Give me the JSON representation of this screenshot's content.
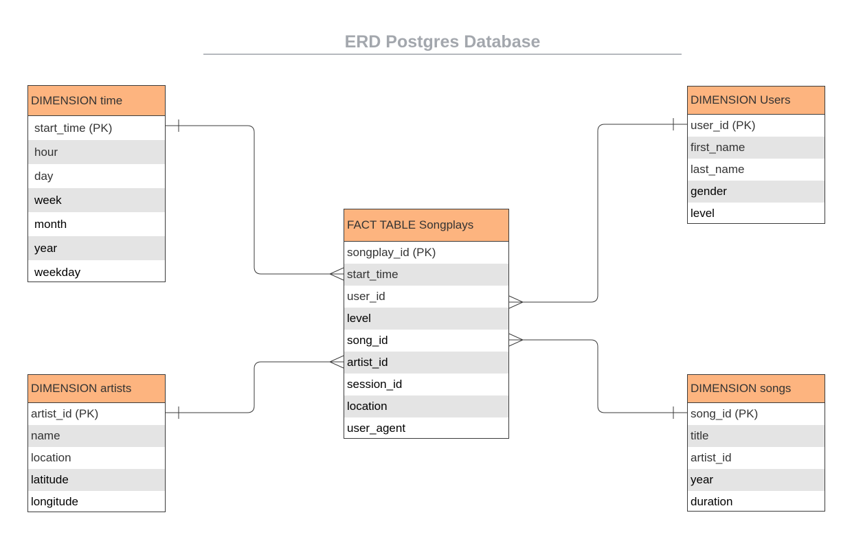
{
  "title": "ERD Postgres Database",
  "colors": {
    "header_fill": "#fdb47f",
    "alt_row_fill": "#e4e4e4",
    "border": "#3a3a3a",
    "title_text": "#a3a7ad"
  },
  "entities": {
    "time": {
      "title": "DIMENSION time",
      "fields": [
        "start_time (PK)",
        "hour",
        "day",
        "week",
        "month",
        "year",
        "weekday"
      ]
    },
    "users": {
      "title": "DIMENSION Users",
      "fields": [
        "user_id (PK)",
        "first_name",
        "last_name",
        "gender",
        "level"
      ]
    },
    "fact": {
      "title": "FACT TABLE Songplays",
      "fields": [
        "songplay_id (PK)",
        "start_time",
        "user_id",
        "level",
        "song_id",
        "artist_id",
        "session_id",
        "location",
        "user_agent"
      ]
    },
    "artists": {
      "title": "DIMENSION artists",
      "fields": [
        "artist_id (PK)",
        "name",
        "location",
        "latitude",
        "longitude"
      ]
    },
    "songs": {
      "title": "DIMENSION songs",
      "fields": [
        "song_id (PK)",
        "title",
        "artist_id",
        "year",
        "duration"
      ]
    }
  },
  "relationships": [
    {
      "from": "time.start_time",
      "to": "fact.start_time",
      "from_end": "one",
      "to_end": "many"
    },
    {
      "from": "users.user_id",
      "to": "fact.user_id",
      "from_end": "one",
      "to_end": "many"
    },
    {
      "from": "songs.song_id",
      "to": "fact.song_id",
      "from_end": "one",
      "to_end": "many"
    },
    {
      "from": "artists.artist_id",
      "to": "fact.artist_id",
      "from_end": "one",
      "to_end": "many"
    }
  ]
}
